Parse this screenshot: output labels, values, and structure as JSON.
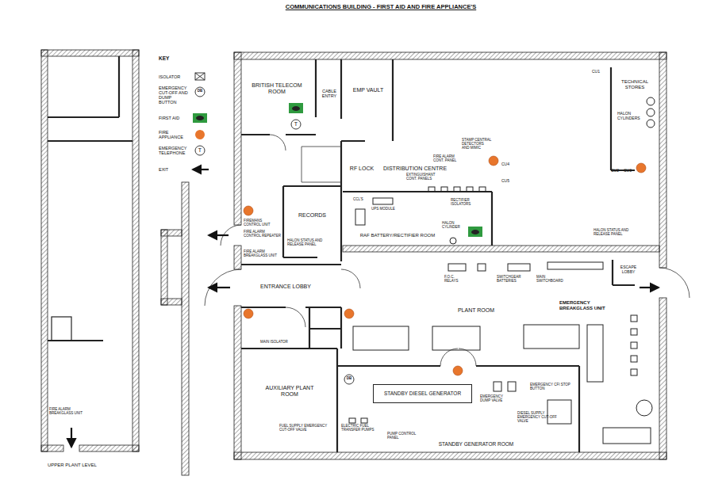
{
  "diagram": {
    "title": "COMMUNICATIONS BUILDING - FIRST AID AND FIRE APPLIANCE'S",
    "nodes": [
      {
        "text": [
          "UPPER PLANT LEVEL"
        ]
      },
      {
        "text": [
          "BRITISH TELECOM ROOM"
        ]
      },
      {
        "text": [
          "CABLE ENTRY"
        ]
      },
      {
        "text": [
          "EMP VAULT"
        ]
      },
      {
        "text": [
          "TECHNICAL STORES"
        ]
      },
      {
        "text": [
          "RF LOCK"
        ]
      },
      {
        "text": [
          "DISTRIBUTION CENTRE"
        ]
      },
      {
        "text": [
          "RECORDS"
        ]
      },
      {
        "text": [
          "RAF BATTERY/RECTIFIER ROOM"
        ]
      },
      {
        "text": [
          "ENTRANCE LOBBY"
        ]
      },
      {
        "text": [
          "PLANT ROOM"
        ]
      },
      {
        "text": [
          "ESCAPE LOBBY"
        ]
      },
      {
        "text": [
          "AUXILIARY PLANT ROOM"
        ]
      },
      {
        "text": [
          "STANDBY GENERATOR ROOM"
        ]
      },
      {
        "text": [
          "STANDBY DIESEL GENERATOR"
        ],
        "in": 13
      }
    ],
    "labels": [
      "KEY",
      "DB",
      "T",
      "CU1",
      "HALON CYLINDERS",
      "T",
      "STAMP CENTRAL DETECTORS AND MIMIC",
      "FIRE ALARM CONT. PANEL",
      "CU4",
      "EXTINGUISHANT CONT. PANELS",
      "CU5",
      "CU2",
      "CU3",
      "RECTIFIER ISOLATORS",
      "CCL'S",
      "UPS MODULE",
      "FIREMANS CONTROL UNIT",
      "HALON CYLINDER",
      "FIRE ALARM CONTROL REPEATER",
      "HALON STATUS AND RELEASE PANEL",
      "HALON STATUS AND RELEASE PANEL",
      "FIRE ALARM BREAKGLASS UNIT",
      "F.O.C. RELAYS",
      "SWITCHGEAR BATTERIES",
      "MAIN SWITCHBOARD",
      "EMERGENCY BREAKGLASS UNIT",
      "MAIN ISOLATOR",
      "DB",
      "EMERGENCY CFI STOP BUTTON",
      "EMERGENCY DUMP VALVE",
      "DIESEL SUPPLY EMERGENCY CUT-OFF VALVE",
      "FUEL SUPPLY EMERGENCY CUT-OFF VALVE",
      "ELECTRIC FUEL TRANSFER PUMPS",
      "PUMP CONTROL PANEL",
      "FIRE ALARM BREAKGLASS UNIT"
    ],
    "legend": [
      {
        "text": "ISOLATOR"
      },
      {
        "text": "EMERGENCY CUT-OFF AND DUMP BUTTON"
      },
      {
        "text": "FIRST AID",
        "color": "#2f9a3f"
      },
      {
        "text": "FIRE APPLIANCE",
        "color": "#e8762c"
      },
      {
        "text": "EMERGENCY TELEPHONE"
      },
      {
        "text": "EXIT"
      }
    ]
  }
}
